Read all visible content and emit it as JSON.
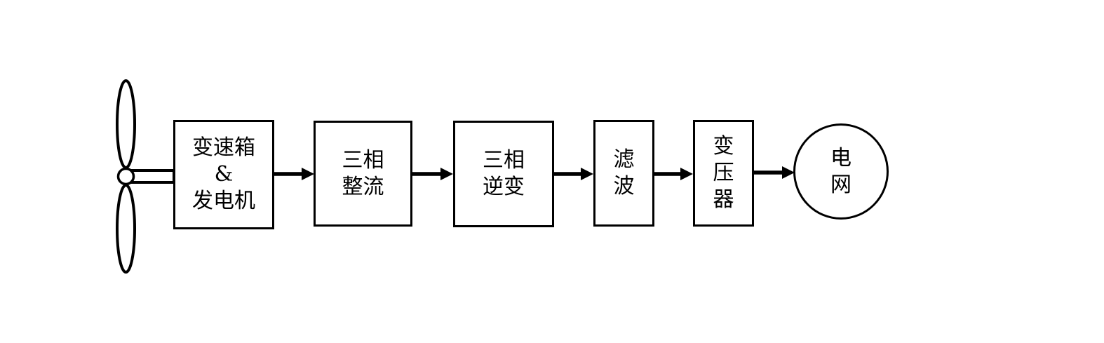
{
  "colors": {
    "background": "#ffffff",
    "stroke": "#000000"
  },
  "nodes": {
    "turbine": {
      "icon": "wind-turbine-icon"
    },
    "gearbox_generator": {
      "shape": "rect",
      "lines": [
        "变速箱",
        "&",
        "发电机"
      ]
    },
    "rectifier": {
      "shape": "rect",
      "lines": [
        "三相",
        "整流"
      ]
    },
    "inverter": {
      "shape": "rect",
      "lines": [
        "三相",
        "逆变"
      ]
    },
    "filter": {
      "shape": "rect",
      "lines": [
        "滤",
        "波"
      ]
    },
    "transformer": {
      "shape": "rect",
      "lines": [
        "变",
        "压",
        "器"
      ]
    },
    "grid": {
      "shape": "circle",
      "lines": [
        "电",
        "网"
      ]
    }
  },
  "edges": [
    {
      "from": "turbine",
      "to": "gearbox_generator",
      "style": "shaft"
    },
    {
      "from": "gearbox_generator",
      "to": "rectifier",
      "style": "arrow"
    },
    {
      "from": "rectifier",
      "to": "inverter",
      "style": "arrow"
    },
    {
      "from": "inverter",
      "to": "filter",
      "style": "arrow"
    },
    {
      "from": "filter",
      "to": "transformer",
      "style": "arrow"
    },
    {
      "from": "transformer",
      "to": "grid",
      "style": "arrow"
    }
  ]
}
